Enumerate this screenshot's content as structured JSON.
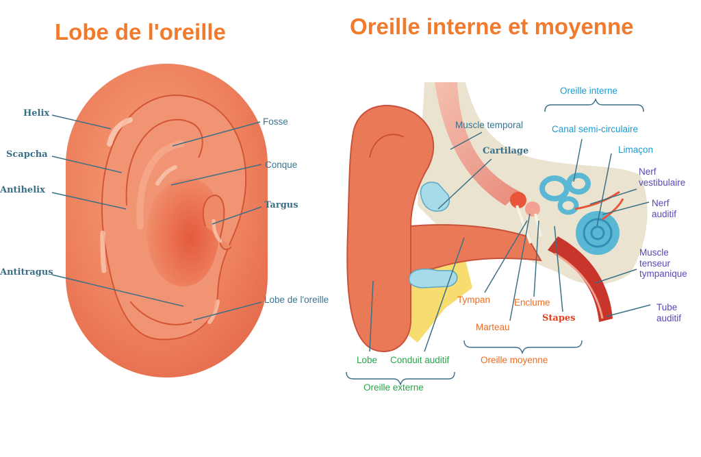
{
  "titles": {
    "left": "Lobe de l'oreille",
    "right": "Oreille interne et moyenne"
  },
  "left_labels": {
    "helix": "Helix",
    "scapcha": "Scapcha",
    "antihelix": "Antihelix",
    "antitragus": "Antitragus",
    "fosse": "Fosse",
    "conque": "Conque",
    "targus": "Targus",
    "lobe": "Lobe de l'oreille"
  },
  "right_labels": {
    "muscle_temporal": "Muscle temporal",
    "cartilage": "Cartilage",
    "oreille_interne": "Oreille interne",
    "canal": "Canal semi-circulaire",
    "limacon": "Limaçon",
    "nerf_vestibulaire_1": "Nerf",
    "nerf_vestibulaire_2": "vestibulaire",
    "nerf_auditif_1": "Nerf",
    "nerf_auditif_2": "auditif",
    "muscle_tenseur_1": "Muscle",
    "muscle_tenseur_2": "tenseur",
    "muscle_tenseur_3": "tympanique",
    "tube_1": "Tube",
    "tube_2": "auditif",
    "tympan": "Tympan",
    "enclume": "Enclume",
    "marteau": "Marteau",
    "stapes": "Stapes",
    "oreille_moyenne": "Oreille moyenne",
    "lobe": "Lobe",
    "conduit": "Conduit auditif",
    "oreille_externe": "Oreille externe"
  },
  "colors": {
    "title": "#f07b2f",
    "skin": "#ea7a57",
    "bone": "#e9e3cf",
    "cartilage": "#a7dbe9",
    "inner_ear": "#5bb8d4",
    "fat": "#f7dc6f",
    "canal_red": "#c8352a"
  }
}
